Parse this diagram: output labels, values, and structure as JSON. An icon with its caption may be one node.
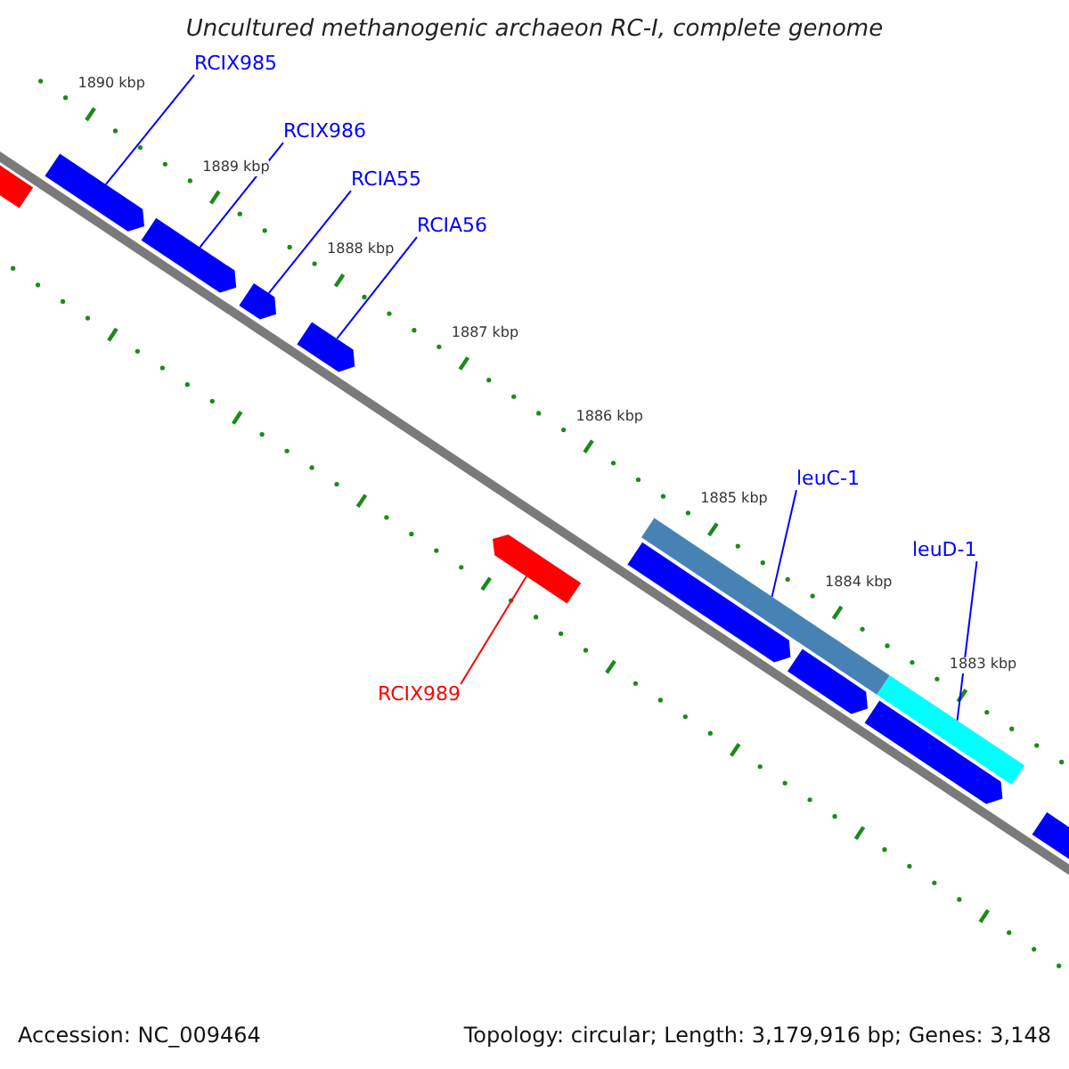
{
  "diagram": {
    "title": "Uncultured methanogenic archaeon RC-I, complete genome",
    "nodes": [
      {
        "text": [
          "RCIX985"
        ]
      },
      {
        "text": [
          "RCIX986"
        ]
      },
      {
        "text": [
          "RCIA55"
        ]
      },
      {
        "text": [
          "RCIA56"
        ]
      },
      {
        "text": [
          "leuC-1"
        ]
      },
      {
        "text": [
          "leuD-1"
        ]
      },
      {
        "text": [
          "RCIX989"
        ]
      },
      {
        "text": [],
        "shape": "pentagon"
      },
      {
        "text": [],
        "shape": "pentagon"
      },
      {
        "text": [],
        "shape": "pentagon"
      },
      {
        "text": [],
        "shape": "pentagon"
      },
      {
        "text": [],
        "shape": "pentagon"
      },
      {
        "text": [],
        "shape": "pentagon"
      },
      {
        "text": [],
        "shape": "pentagon"
      },
      {
        "text": [],
        "shape": "bar"
      },
      {
        "text": [],
        "shape": "pentagon"
      },
      {
        "text": [],
        "shape": "bar"
      },
      {
        "text": [],
        "shape": "pentagon"
      },
      {
        "text": [],
        "shape": "pentagon"
      }
    ],
    "edges": [
      {
        "from": 0,
        "to": 8,
        "arrow": "none"
      },
      {
        "from": 1,
        "to": 9,
        "arrow": "none"
      },
      {
        "from": 2,
        "to": 10,
        "arrow": "none"
      },
      {
        "from": 3,
        "to": 11,
        "arrow": "none"
      },
      {
        "from": 4,
        "to": 14,
        "arrow": "none"
      },
      {
        "from": 5,
        "to": 16,
        "arrow": "none"
      },
      {
        "from": 6,
        "to": 12,
        "arrow": "none",
        "color": "#ff0000"
      }
    ],
    "labels": [
      "1890 kbp",
      "1889 kbp",
      "1888 kbp",
      "1887 kbp",
      "1886 kbp",
      "1885 kbp",
      "1884 kbp",
      "1883 kbp",
      "Accession: NC_009464",
      "Topology: circular; Length: 3,179,916 bp; Genes: 3,148"
    ]
  }
}
